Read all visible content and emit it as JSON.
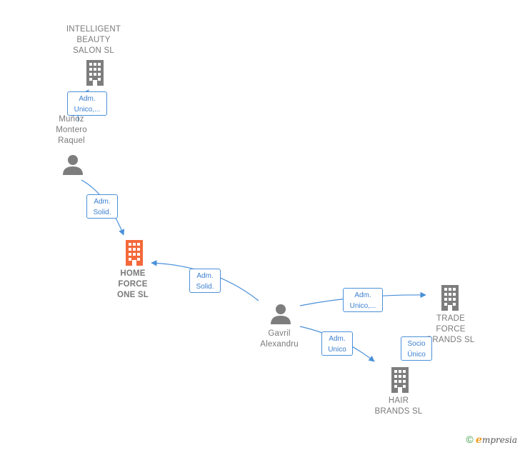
{
  "colors": {
    "edge": "#4a90d9",
    "building": "#7d7d7d",
    "main_building": "#f4693a",
    "person": "#7d7d7d"
  },
  "nodes": {
    "intelligent_beauty": {
      "label": "INTELLIGENT\nBEAUTY\nSALON SL",
      "icon": "building-icon"
    },
    "munoz": {
      "label": "Muñoz\nMontero\nRaquel",
      "icon": "person-icon"
    },
    "home_force": {
      "label": "HOME\nFORCE\nONE  SL",
      "icon": "building-icon"
    },
    "gavril": {
      "label": "Gavril\nAlexandru",
      "icon": "person-icon"
    },
    "trade_force": {
      "label": "TRADE\nFORCE\nBRANDS  SL",
      "icon": "building-icon"
    },
    "hair_brands": {
      "label": "HAIR\nBRANDS  SL",
      "icon": "building-icon"
    }
  },
  "edges": {
    "e1": "Adm.\nUnico,...",
    "e2": "Adm.\nSolid.",
    "e3": "Adm.\nSolid.",
    "e4": "Adm.\nUnico,...",
    "e5": "Adm.\nUnico",
    "e6": "Socio\nÚnico"
  },
  "brand": {
    "copyright": "©",
    "e": "e",
    "rest": "mpresia"
  }
}
